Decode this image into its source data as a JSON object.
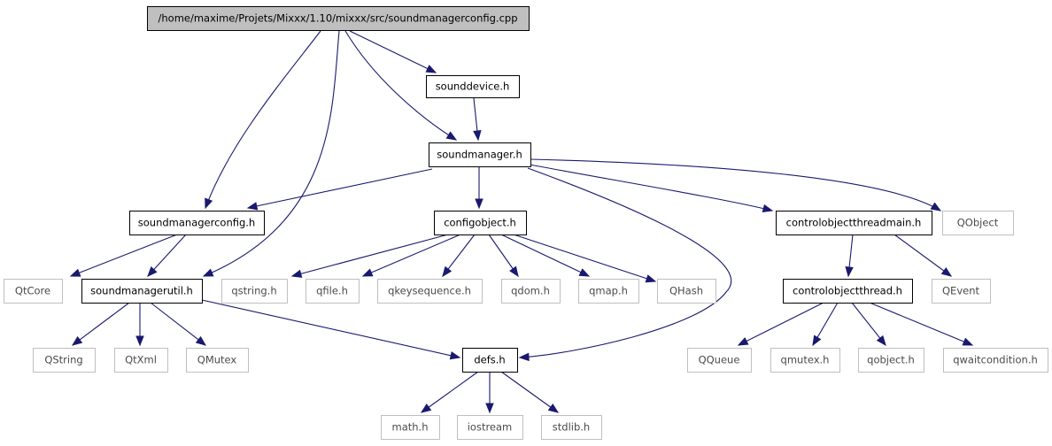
{
  "graph": {
    "nodes": {
      "root": "/home/maxime/Projets/Mixxx/1.10/mixxx/src/soundmanagerconfig.cpp",
      "sounddevice": "sounddevice.h",
      "soundmanager": "soundmanager.h",
      "soundmanagerconfig": "soundmanagerconfig.h",
      "configobject": "configobject.h",
      "controlobjectthreadmain": "controlobjectthreadmain.h",
      "qobject_cap": "QObject",
      "qtcore": "QtCore",
      "soundmanagerutil": "soundmanagerutil.h",
      "qstring_h": "qstring.h",
      "qfile_h": "qfile.h",
      "qkeysequence_h": "qkeysequence.h",
      "qdom_h": "qdom.h",
      "qmap_h": "qmap.h",
      "qhash": "QHash",
      "controlobjectthread": "controlobjectthread.h",
      "qevent": "QEvent",
      "qstring_cap": "QString",
      "qtxml": "QtXml",
      "qmutex_cap": "QMutex",
      "defs": "defs.h",
      "qqueue": "QQueue",
      "qmutex_h": "qmutex.h",
      "qobject_h": "qobject.h",
      "qwaitcondition_h": "qwaitcondition.h",
      "math_h": "math.h",
      "iostream": "iostream",
      "stdlib_h": "stdlib.h"
    },
    "colors": {
      "edge": "#191970",
      "root_fill": "#bfbfbf",
      "external_border": "#bfbfbf",
      "internal_border": "#000000"
    }
  }
}
